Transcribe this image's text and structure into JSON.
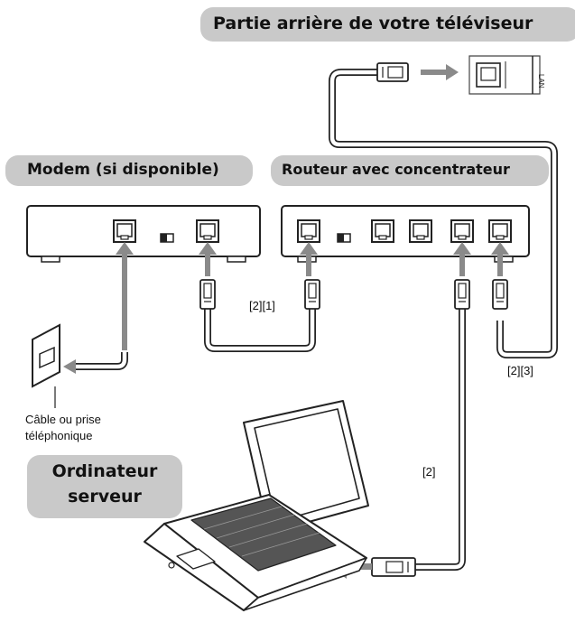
{
  "labels": {
    "tv_back": "Partie arrière de votre téléviseur",
    "modem": "Modem (si disponible)",
    "router": "Routeur avec concentrateur",
    "server_line1": "Ordinateur",
    "server_line2": "serveur",
    "wall_line1": "Câble ou prise",
    "wall_line2": "téléphonique",
    "cable_modem_router": "[2][1]",
    "cable_router_tv": "[2][3]",
    "cable_router_pc": "[2]",
    "lan_port": "LAN"
  },
  "colors": {
    "pill": "#c9c9c9",
    "line": "#222222",
    "cable": "#ffffff",
    "arrow": "#8a8a8a",
    "device": "#ffffff"
  }
}
